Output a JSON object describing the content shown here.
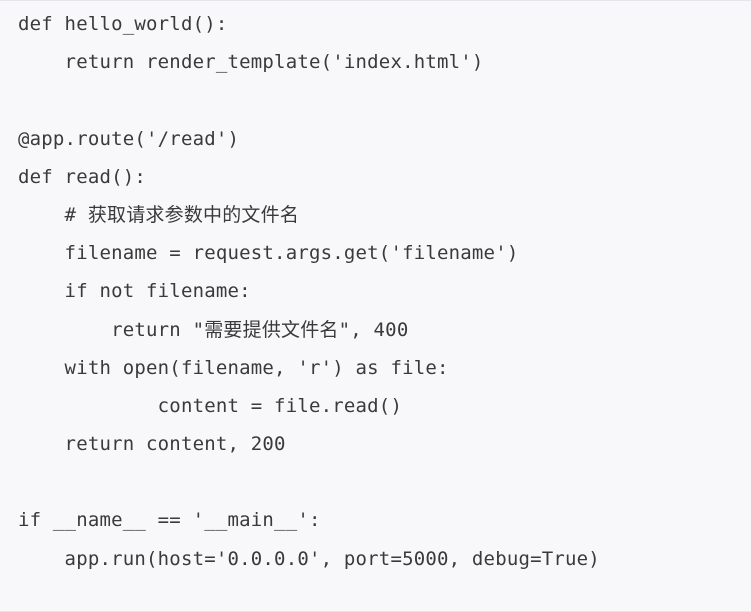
{
  "code": {
    "lines": [
      "def hello_world():",
      "    return render_template('index.html')",
      "",
      "@app.route('/read')",
      "def read():",
      "    # 获取请求参数中的文件名",
      "    filename = request.args.get('filename')",
      "    if not filename:",
      "        return \"需要提供文件名\", 400",
      "    with open(filename, 'r') as file:",
      "            content = file.read()",
      "    return content, 200",
      "",
      "if __name__ == '__main__':",
      "    app.run(host='0.0.0.0', port=5000, debug=True)"
    ]
  },
  "colors": {
    "background": "#f8f8fa",
    "text": "#3a3a3a",
    "border": "#e6e6ea"
  }
}
